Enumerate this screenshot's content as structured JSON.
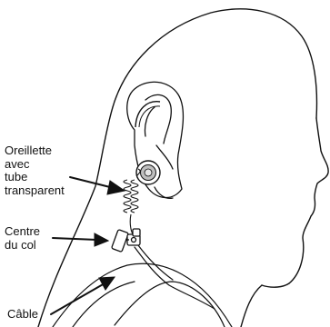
{
  "diagram": {
    "label_earpiece": [
      "Oreillette",
      "avec",
      "tube",
      "transparent"
    ],
    "label_collar": [
      "Centre",
      "du col"
    ],
    "label_cable": "Câble"
  },
  "colors": {
    "line": "#111111",
    "fill": "#ffffff",
    "earpiece_gray": "#bfbfbf"
  }
}
